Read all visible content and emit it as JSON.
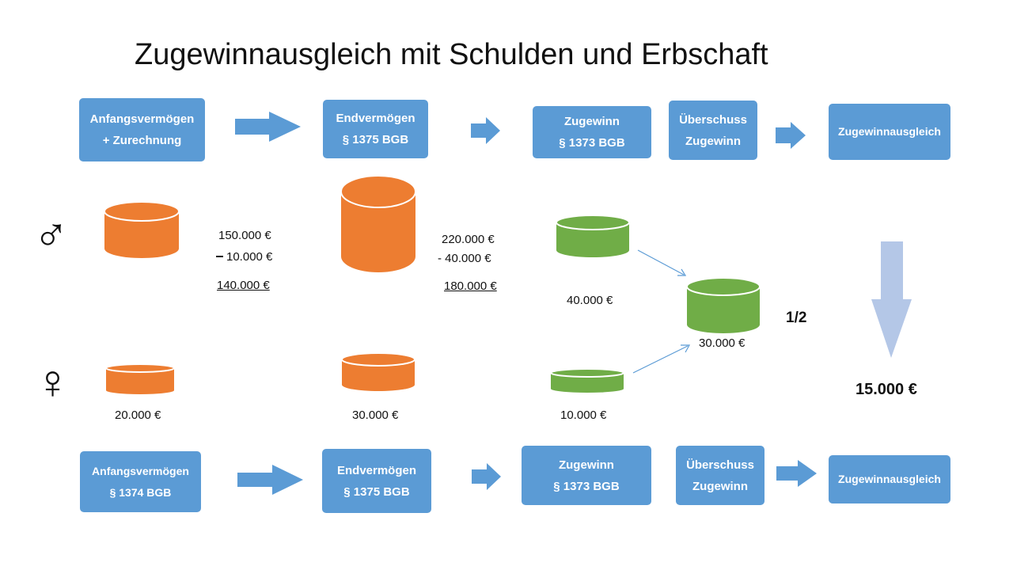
{
  "title": "Zugewinnausgleich mit Schulden und Erbschaft",
  "colors": {
    "box": "#5b9bd5",
    "cylinder_orange": "#ed7d31",
    "cylinder_green": "#70ad47",
    "arrow_light": "#b4c7e7"
  },
  "top_row": {
    "anfang": {
      "line1": "Anfangsvermögen",
      "line2": "+ Zurechnung"
    },
    "end": {
      "line1": "Endvermögen",
      "line2": "§ 1375 BGB"
    },
    "zugewinn": {
      "line1": "Zugewinn",
      "line2": "§ 1373 BGB"
    },
    "ueberschuss": {
      "line1": "Überschuss",
      "line2": "Zugewinn"
    },
    "ausgleich": {
      "line1": "Zugewinnausgleich"
    }
  },
  "bottom_row": {
    "anfang": {
      "line1": "Anfangsvermögen",
      "line2": "§ 1374 BGB"
    },
    "end": {
      "line1": "Endvermögen",
      "line2": "§ 1375 BGB"
    },
    "zugewinn": {
      "line1": "Zugewinn",
      "line2": "§ 1373 BGB"
    },
    "ueberschuss": {
      "line1": "Überschuss",
      "line2": "Zugewinn"
    },
    "ausgleich": {
      "line1": "Zugewinnausgleich"
    }
  },
  "symbols": {
    "male": "♂",
    "female": "♀",
    "male_icon": "male-symbol-icon",
    "female_icon": "female-symbol-icon"
  },
  "man": {
    "anfang_value": "150.000 €",
    "anfang_minus_sign": "-",
    "anfang_minus_value": "10.000 €",
    "anfang_result": "140.000 €",
    "end_value": "220.000 €",
    "end_minus": "- 40.000 €",
    "end_result": "180.000 €",
    "zugewinn": "40.000 €"
  },
  "woman": {
    "anfang": "20.000 €",
    "end": "30.000 €",
    "zugewinn": "10.000 €"
  },
  "difference": {
    "value": "30.000 €",
    "factor": "1/2"
  },
  "result": "15.000 €"
}
